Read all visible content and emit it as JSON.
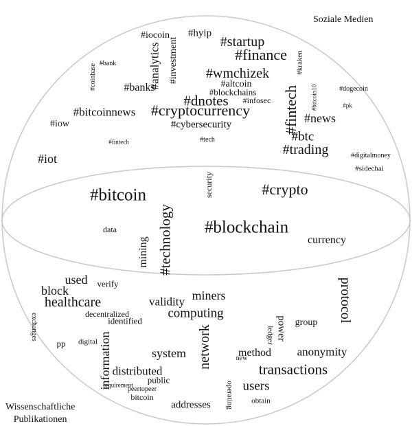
{
  "labels": {
    "social_media": "Soziale Medien",
    "scientific_pub_line1": "Wissenschaftliche",
    "scientific_pub_line2": "Publikationen"
  },
  "colors": {
    "outline": "#c8c8c8",
    "text": "#111111"
  },
  "words": {
    "iocoin": "#iocoin",
    "hyip": "#hyip",
    "startup": "#startup",
    "investment": "#investment",
    "analytics": "#analytics",
    "finance": "#finance",
    "coinbase": "#coinbase",
    "bank": "#bank",
    "kraken": "#kraken",
    "wmchizek": "#wmchizek",
    "altcoin": "#altcoin",
    "bitcoin10": "#bitcoin10",
    "dogecoin": "#dogecoin",
    "banks": "#banks",
    "blockchains": "#blockchains",
    "dnotes": "#dnotes",
    "infosec": "#infosec",
    "fintech_big": "#fintech",
    "pk": "#pk",
    "bitcoinnews": "#bitcoinnews",
    "cryptocurrency": "#cryptocurrency",
    "news": "#news",
    "iow": "#iow",
    "cybersecurity": "#cybersecurity",
    "btc": "#btc",
    "fintech_small": "#fintech",
    "tech": "#tech",
    "trading": "#trading",
    "digitalmoney": "#digitalmoney",
    "iot": "#iot",
    "sidechai": "#sidechai",
    "security": "security",
    "bitcoin_tag": "#bitcoin",
    "crypto": "#crypto",
    "technology": "#technology",
    "blockchain": "#blockchain",
    "data": "data",
    "currency": "currency",
    "mining": "mining",
    "used": "used",
    "verify": "verify",
    "protocol": "protocol",
    "block": "block",
    "healthcare": "healthcare",
    "miners": "miners",
    "validity": "validity",
    "exchanges": "exchanges",
    "decentralized": "decentralized",
    "identified": "identified",
    "computing": "computing",
    "group": "group",
    "power": "power",
    "ledger": "ledger",
    "pp": "pp",
    "digital": "digital",
    "network": "network",
    "anonymity": "anonymity",
    "system": "system",
    "method": "method",
    "new": "new",
    "information": "information",
    "distributed": "distributed",
    "transactions": "transactions",
    "public": "public",
    "requirement": "requirement",
    "users": "users",
    "peertopeer": "peertopeer",
    "operating": "operating",
    "bitcoin_plain": "bitcoin",
    "obtain": "obtain",
    "addresses": "addresses"
  }
}
